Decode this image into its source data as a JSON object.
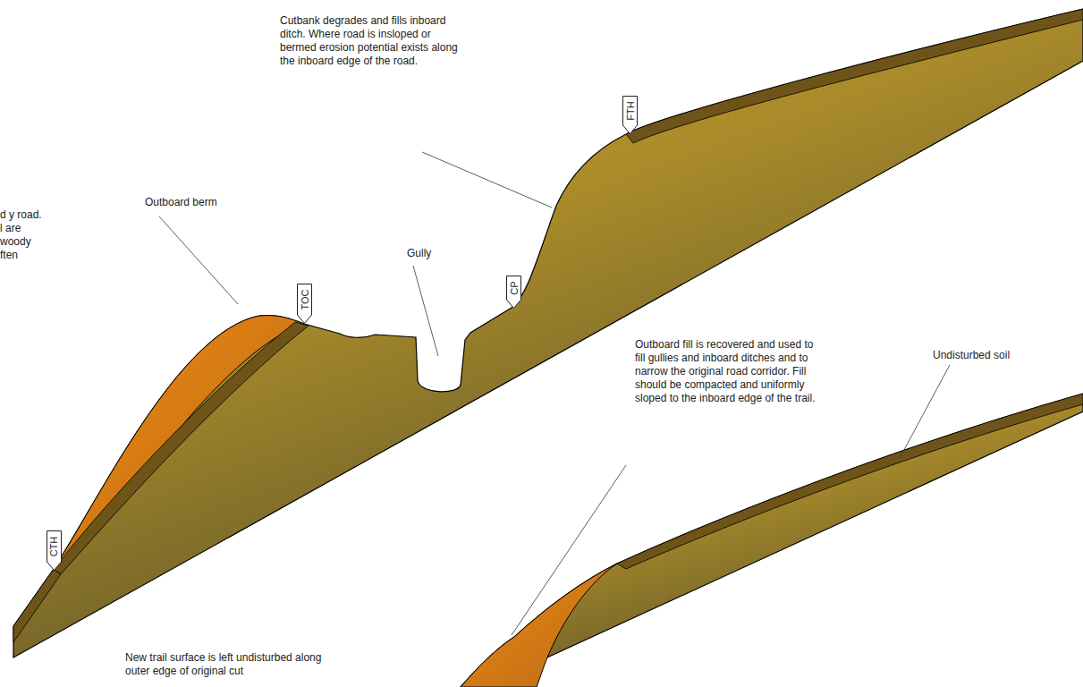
{
  "diagram": {
    "nodes": [
      {
        "text": [
          "FTH"
        ]
      },
      {
        "text": [
          "TOC"
        ]
      },
      {
        "text": [
          "CP"
        ]
      },
      {
        "text": [
          "CTH"
        ]
      }
    ],
    "labels": [
      "Cutbank degrades and fills inboard ditch.  Where road is insloped or bermed erosion potential exists along the inboard edge of the road.",
      "d y road. l are woody ften",
      "Outboard berm",
      "Gully",
      "Outboard fill is recovered and used to fill gullies and inboard ditches and to narrow the original road corridor.  Fill should be compacted and uniformly sloped to the inboard edge of the trail.",
      "Undisturbed soil",
      "New trail surface is left undisturbed along outer edge of original cut"
    ]
  }
}
